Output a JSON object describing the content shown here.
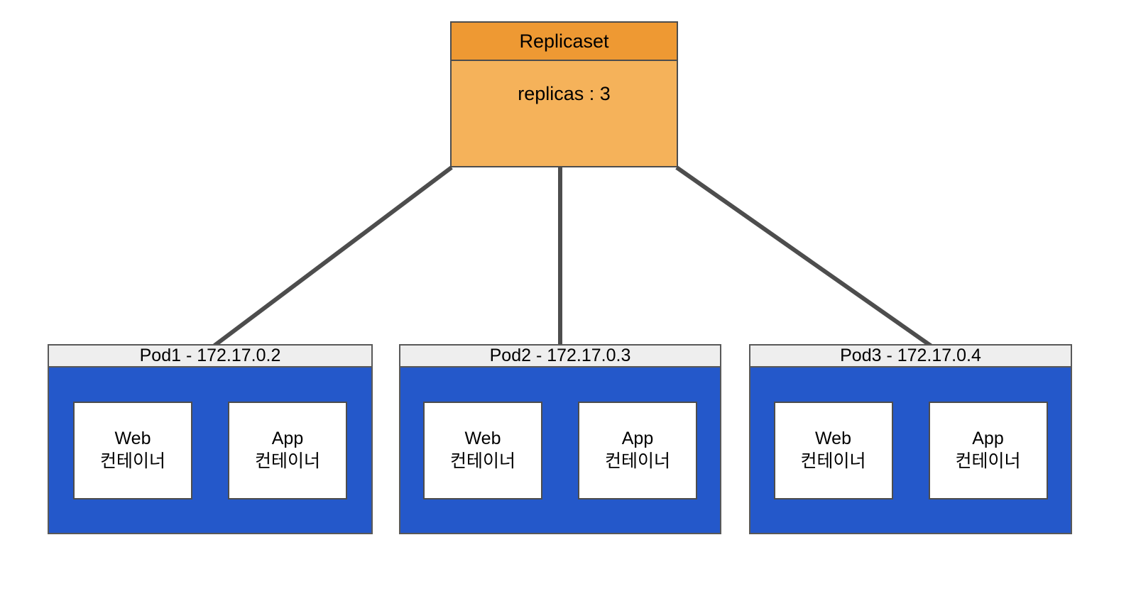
{
  "diagram": {
    "title_node": {
      "header_label": "Replicaset",
      "body_label": "replicas : 3",
      "header_color": "#EE9933",
      "body_color": "#F5B25A",
      "border_color": "#4D4D4D"
    },
    "edge_color": "#4D4D4D",
    "pod_body_color": "#2458CA",
    "pod_header_color": "#EEEEEE",
    "container_color": "#FFFFFF",
    "pods": [
      {
        "header_label": "Pod1 - 172.17.0.2",
        "name": "Pod1",
        "ip": "172.17.0.2",
        "containers": [
          {
            "line1": "Web",
            "line2": "컨테이너"
          },
          {
            "line1": "App",
            "line2": "컨테이너"
          }
        ]
      },
      {
        "header_label": "Pod2 - 172.17.0.3",
        "name": "Pod2",
        "ip": "172.17.0.3",
        "containers": [
          {
            "line1": "Web",
            "line2": "컨테이너"
          },
          {
            "line1": "App",
            "line2": "컨테이너"
          }
        ]
      },
      {
        "header_label": "Pod3 - 172.17.0.4",
        "name": "Pod3",
        "ip": "172.17.0.4",
        "containers": [
          {
            "line1": "Web",
            "line2": "컨테이너"
          },
          {
            "line1": "App",
            "line2": "컨테이너"
          }
        ]
      }
    ]
  }
}
